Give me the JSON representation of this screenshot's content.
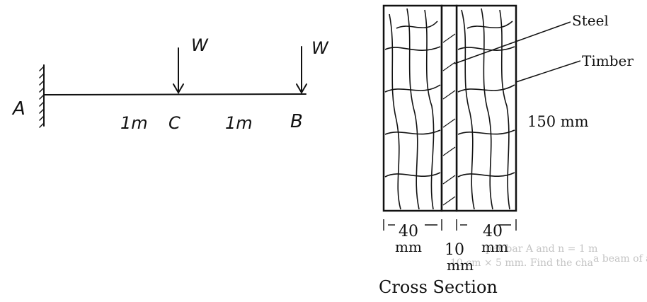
{
  "beam": {
    "support_left": "A",
    "end_right": "B",
    "mid_point": "C",
    "load_left": "W",
    "load_right": "W",
    "span_left": "1m",
    "span_right": "1m"
  },
  "section": {
    "steel_label": "Steel",
    "timber_label": "Timber",
    "height_label": "150 mm",
    "width_left_value": "40",
    "width_left_unit": "mm",
    "width_mid_value": "10",
    "width_mid_unit": "mm",
    "width_right_value": "40",
    "width_right_unit": "mm",
    "caption": "Cross Section"
  },
  "colors": {
    "ink": "#111111",
    "faint_text": "#b8b8b8"
  },
  "faint_background_text": {
    "line1": "a beam of a",
    "line2": "per bar A and n = 1 m",
    "line3": "10 cm × 5 mm. Find the cha"
  }
}
